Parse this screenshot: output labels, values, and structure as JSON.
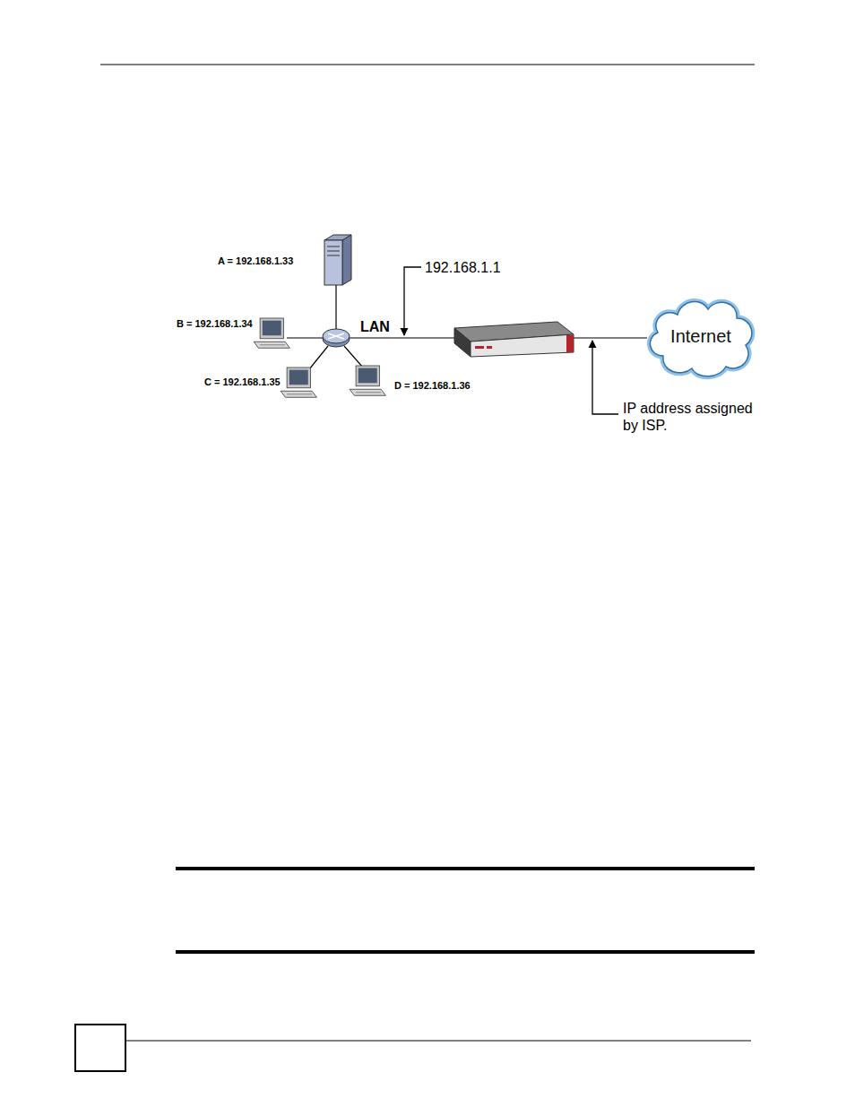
{
  "diagram": {
    "nodes": [
      {
        "text": [
          "Internet"
        ]
      }
    ],
    "edges": [],
    "labels": [
      "A = 192.168.1.33",
      "B = 192.168.1.34",
      "C = 192.168.1.35",
      "D = 192.168.1.36",
      "192.168.1.1",
      "LAN",
      "IP address assigned by ISP."
    ]
  }
}
